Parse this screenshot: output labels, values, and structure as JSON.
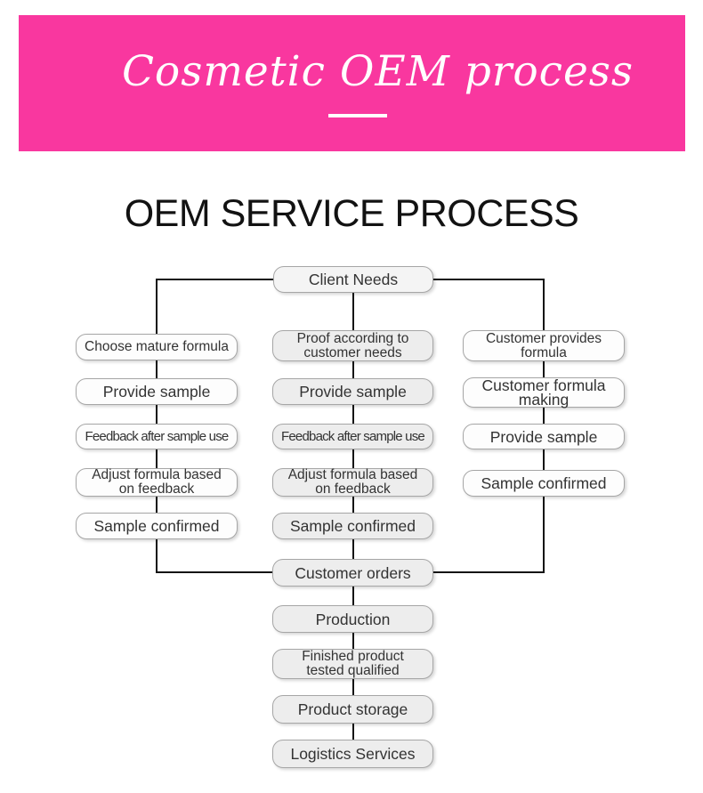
{
  "banner": {
    "title": "Cosmetic OEM process"
  },
  "page_title": "OEM SERVICE PROCESS",
  "colors": {
    "banner_pink": "#f9379f",
    "banner_text": "#ffffff",
    "line_color": "#141414",
    "node_border": "#a6a6a6",
    "node_fill_gray": "#ededed",
    "node_fill_white": "#fdfdfd",
    "node_text": "#333333",
    "heading_text": "#121212"
  },
  "flow": {
    "top": {
      "label": "Client Needs"
    },
    "left_column": [
      {
        "label": "Choose mature formula"
      },
      {
        "label": "Provide sample"
      },
      {
        "label": "Feedback after sample use"
      },
      {
        "label": "Adjust formula based\non feedback"
      },
      {
        "label": "Sample confirmed"
      }
    ],
    "middle_column": [
      {
        "label": "Proof according to\ncustomer needs"
      },
      {
        "label": "Provide sample"
      },
      {
        "label": "Feedback after sample use"
      },
      {
        "label": "Adjust formula based\non feedback"
      },
      {
        "label": "Sample confirmed"
      }
    ],
    "right_column": [
      {
        "label": "Customer provides\nformula"
      },
      {
        "label": "Customer formula\nmaking"
      },
      {
        "label": "Provide sample"
      },
      {
        "label": "Sample confirmed"
      }
    ],
    "bottom_chain": [
      {
        "label": "Customer orders"
      },
      {
        "label": "Production"
      },
      {
        "label": "Finished product\ntested qualified"
      },
      {
        "label": "Product storage"
      },
      {
        "label": "Logistics Services"
      }
    ]
  }
}
